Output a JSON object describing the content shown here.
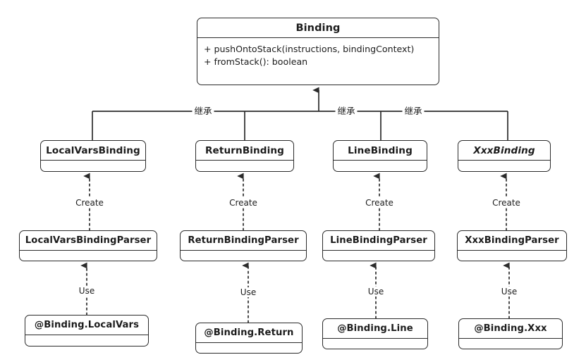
{
  "diagram": {
    "type": "uml-class-diagram",
    "title": "Binding class hierarchy",
    "stroke_color": "#2b2b2b",
    "text_color": "#1c1c1c",
    "background_color": "#ffffff"
  },
  "root": {
    "name": "Binding",
    "abstract": false,
    "methods": "+ pushOntoStack(instructions, bindingContext)\n+ fromStack(): boolean"
  },
  "bindings": [
    {
      "name": "LocalVarsBinding",
      "abstract": false
    },
    {
      "name": "ReturnBinding",
      "abstract": false
    },
    {
      "name": "LineBinding",
      "abstract": false
    },
    {
      "name": "XxxBinding",
      "abstract": true
    }
  ],
  "parsers": [
    {
      "name": "LocalVarsBindingParser"
    },
    {
      "name": "ReturnBindingParser"
    },
    {
      "name": "LineBindingParser"
    },
    {
      "name": "XxxBindingParser"
    }
  ],
  "annotations": [
    {
      "name": "@Binding.LocalVars"
    },
    {
      "name": "@Binding.Return"
    },
    {
      "name": "@Binding.Line"
    },
    {
      "name": "@Binding.Xxx"
    }
  ],
  "edge_labels": {
    "inheritance": [
      "继承",
      "继承",
      "继承"
    ],
    "create": [
      "Create",
      "Create",
      "Create",
      "Create"
    ],
    "use": [
      "Use",
      "Use",
      "Use",
      "Use"
    ]
  }
}
